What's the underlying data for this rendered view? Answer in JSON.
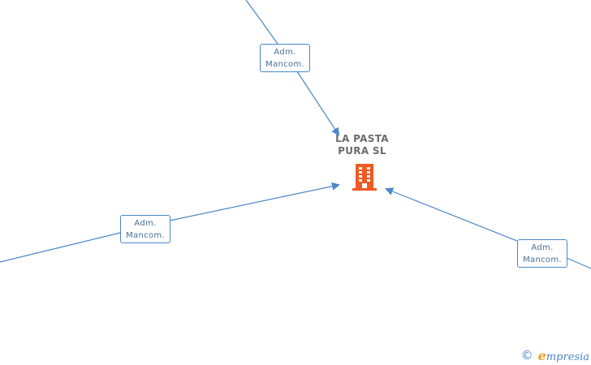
{
  "company": {
    "name_line1": "LA PASTA",
    "name_line2": "PURA SL",
    "icon": "building-icon",
    "icon_color": "#f05a23"
  },
  "relations": [
    {
      "line1": "Adm.",
      "line2": "Mancom."
    },
    {
      "line1": "Adm.",
      "line2": "Mancom."
    },
    {
      "line1": "Adm.",
      "line2": "Mancom."
    }
  ],
  "edge_color": "#4a86c8",
  "footer": {
    "copyright_symbol": "©",
    "brand_initial": "e",
    "brand_rest": "mpresia"
  }
}
